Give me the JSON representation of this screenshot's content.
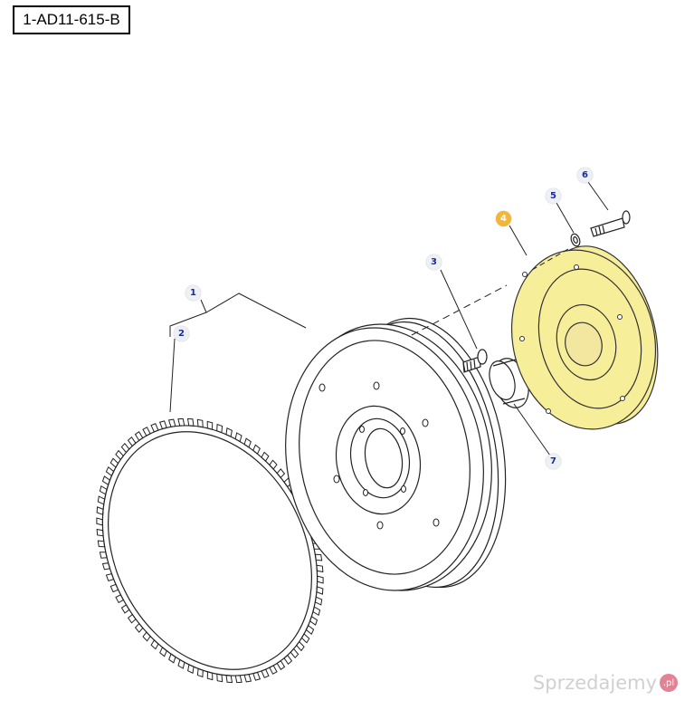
{
  "reference": {
    "code": "1-AD11-615-B"
  },
  "callouts": [
    {
      "label": "1"
    },
    {
      "label": "2"
    },
    {
      "label": "3"
    },
    {
      "label": "4"
    },
    {
      "label": "5"
    },
    {
      "label": "6"
    },
    {
      "label": "7"
    }
  ],
  "highlight_color": "#f7ee9a",
  "highlight_callout_color": "#f2b63a",
  "watermark": {
    "text": "Sprzedajemy",
    "badge": ".pl"
  }
}
